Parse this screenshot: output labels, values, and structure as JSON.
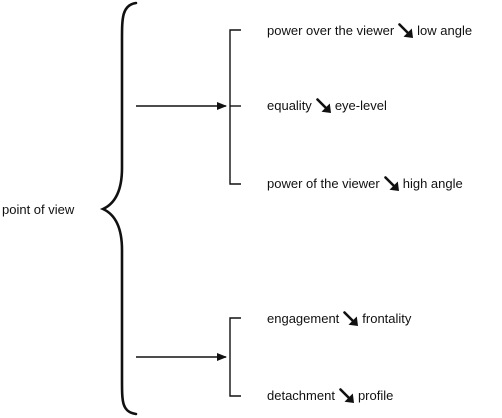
{
  "root_label": "point of view",
  "arrow_glyph": "bold-down-right-arrow-icon",
  "colors": {
    "ink": "#111111",
    "background": "#ffffff"
  },
  "groups": [
    {
      "options": [
        {
          "meaning": "power over the viewer",
          "realization": "low angle"
        },
        {
          "meaning": "equality",
          "realization": "eye-level"
        },
        {
          "meaning": "power of the viewer",
          "realization": "high angle"
        }
      ]
    },
    {
      "options": [
        {
          "meaning": "engagement",
          "realization": "frontality"
        },
        {
          "meaning": "detachment",
          "realization": "profile"
        }
      ]
    }
  ]
}
